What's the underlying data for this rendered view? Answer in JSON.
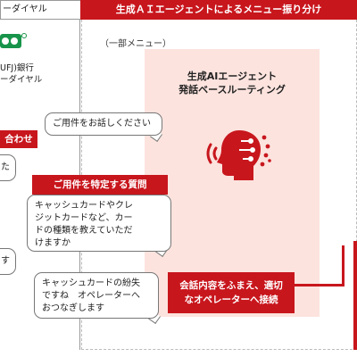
{
  "header": {
    "left_label": "ーダイヤル",
    "right_title": "生成ＡＩエージェントによるメニュー振り分け"
  },
  "sub_note": "（一部メニュー）",
  "bank": {
    "line1": "UFJ)銀行",
    "line2": "ーダイヤル"
  },
  "ai_panel": {
    "title_line1": "生成AIエージェント",
    "title_line2": "発話ベースルーティング",
    "icon": "ai-head-icon"
  },
  "tags": {
    "left": "合わせ",
    "identify": "ご用件を特定する質問",
    "operator_line1": "会話内容をふまえ、適切",
    "operator_line2": "なオペレーターへ接続"
  },
  "bubbles": {
    "greeting": "ご用件をお話しください",
    "question_lines": [
      "キャッシュカードやクレ",
      "ジットカードなど、カー",
      "ドの種類を教えていただ",
      "けますか"
    ],
    "transfer_lines": [
      "キャッシュカードの紛失",
      "ですね　オペレーターへ",
      "おつなぎします"
    ],
    "customer_cut_1": "た",
    "customer_cut_2": "す"
  },
  "colors": {
    "accent_red": "#c8161d",
    "panel_pink": "#fce3de",
    "logo_green": "#17944a"
  }
}
